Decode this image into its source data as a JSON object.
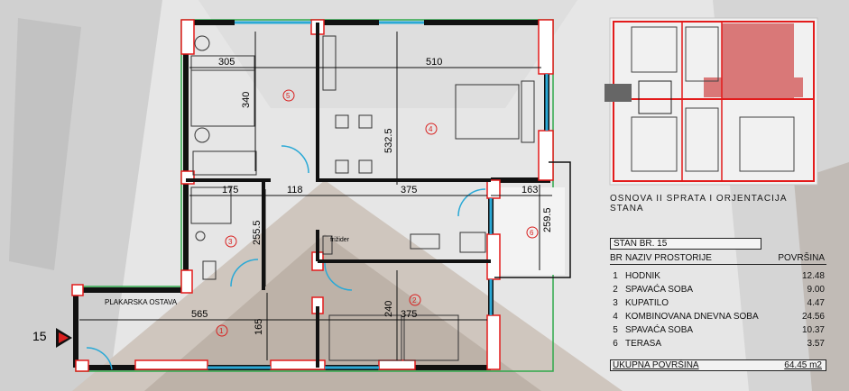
{
  "dimensions": {
    "d305": "305",
    "d510": "510",
    "d340": "340",
    "d532": "532.5",
    "d175": "175",
    "d118": "118",
    "d375a": "375",
    "d163": "163",
    "d255": "255.5",
    "d259": "259.5",
    "d565": "565",
    "d165": "165",
    "d240": "240",
    "d375b": "375"
  },
  "labels": {
    "wardrobe": "PLAKARSKA OSTAVA",
    "fridge": "frižider",
    "unit_marker": "15"
  },
  "room_numbers": [
    "1",
    "2",
    "3",
    "4",
    "5",
    "6"
  ],
  "caption": "OSNOVA II SPRATA I ORJENTACIJA STANA",
  "table": {
    "title": "STAN BR. 15",
    "col_br": "BR",
    "col_name": "NAZIV PROSTORIJE",
    "col_area": "POVRŠINA",
    "rows": [
      {
        "br": "1",
        "name": "HODNIK",
        "area": "12.48"
      },
      {
        "br": "2",
        "name": "SPAVAĆA SOBA",
        "area": "9.00"
      },
      {
        "br": "3",
        "name": "KUPATILO",
        "area": "4.47"
      },
      {
        "br": "4",
        "name": "KOMBINOVANA DNEVNA SOBA",
        "area": "24.56"
      },
      {
        "br": "5",
        "name": "SPAVAĆA SOBA",
        "area": "10.37"
      },
      {
        "br": "6",
        "name": "TERASA",
        "area": "3.57"
      }
    ],
    "total_label": "UKUPNA POVRŠINA",
    "total_value": "64.45 m2"
  },
  "colors": {
    "wall": "#111111",
    "wall_red": "#e31b1b",
    "window": "#2aa9d6",
    "green_outline": "#2ea84a",
    "room_num": "#d8201f"
  }
}
